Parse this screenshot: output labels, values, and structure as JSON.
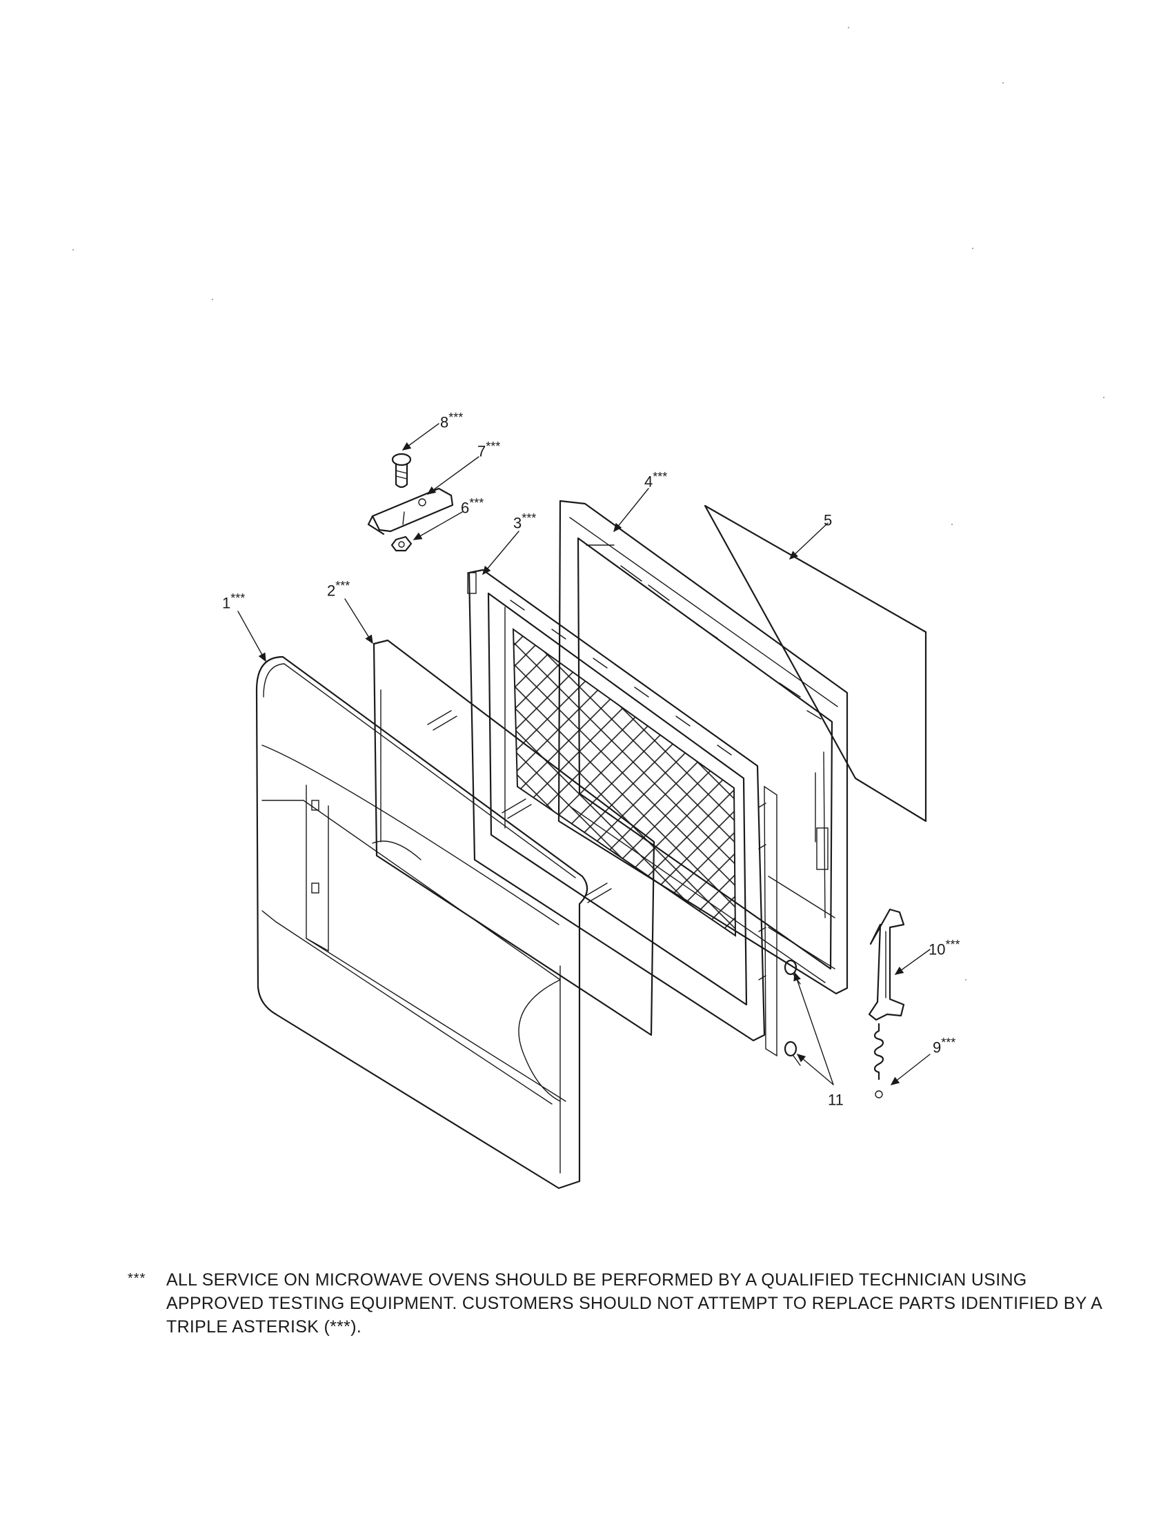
{
  "diagram": {
    "callouts": [
      {
        "id": "1",
        "number": "1",
        "mark": "***"
      },
      {
        "id": "2",
        "number": "2",
        "mark": "***"
      },
      {
        "id": "3",
        "number": "3",
        "mark": "***"
      },
      {
        "id": "4",
        "number": "4",
        "mark": "***"
      },
      {
        "id": "5",
        "number": "5",
        "mark": ""
      },
      {
        "id": "6",
        "number": "6",
        "mark": "***"
      },
      {
        "id": "7",
        "number": "7",
        "mark": "***"
      },
      {
        "id": "8",
        "number": "8",
        "mark": "***"
      },
      {
        "id": "9",
        "number": "9",
        "mark": "***"
      },
      {
        "id": "10",
        "number": "10",
        "mark": "***"
      },
      {
        "id": "11",
        "number": "11",
        "mark": ""
      }
    ]
  },
  "footnote": {
    "mark": "***",
    "text": "ALL SERVICE ON MICROWAVE OVENS SHOULD BE PERFORMED BY A QUALIFIED TECHNICIAN USING APPROVED TESTING EQUIPMENT.  CUSTOMERS SHOULD NOT ATTEMPT TO REPLACE PARTS IDENTIFIED BY A TRIPLE ASTERISK (***)."
  }
}
